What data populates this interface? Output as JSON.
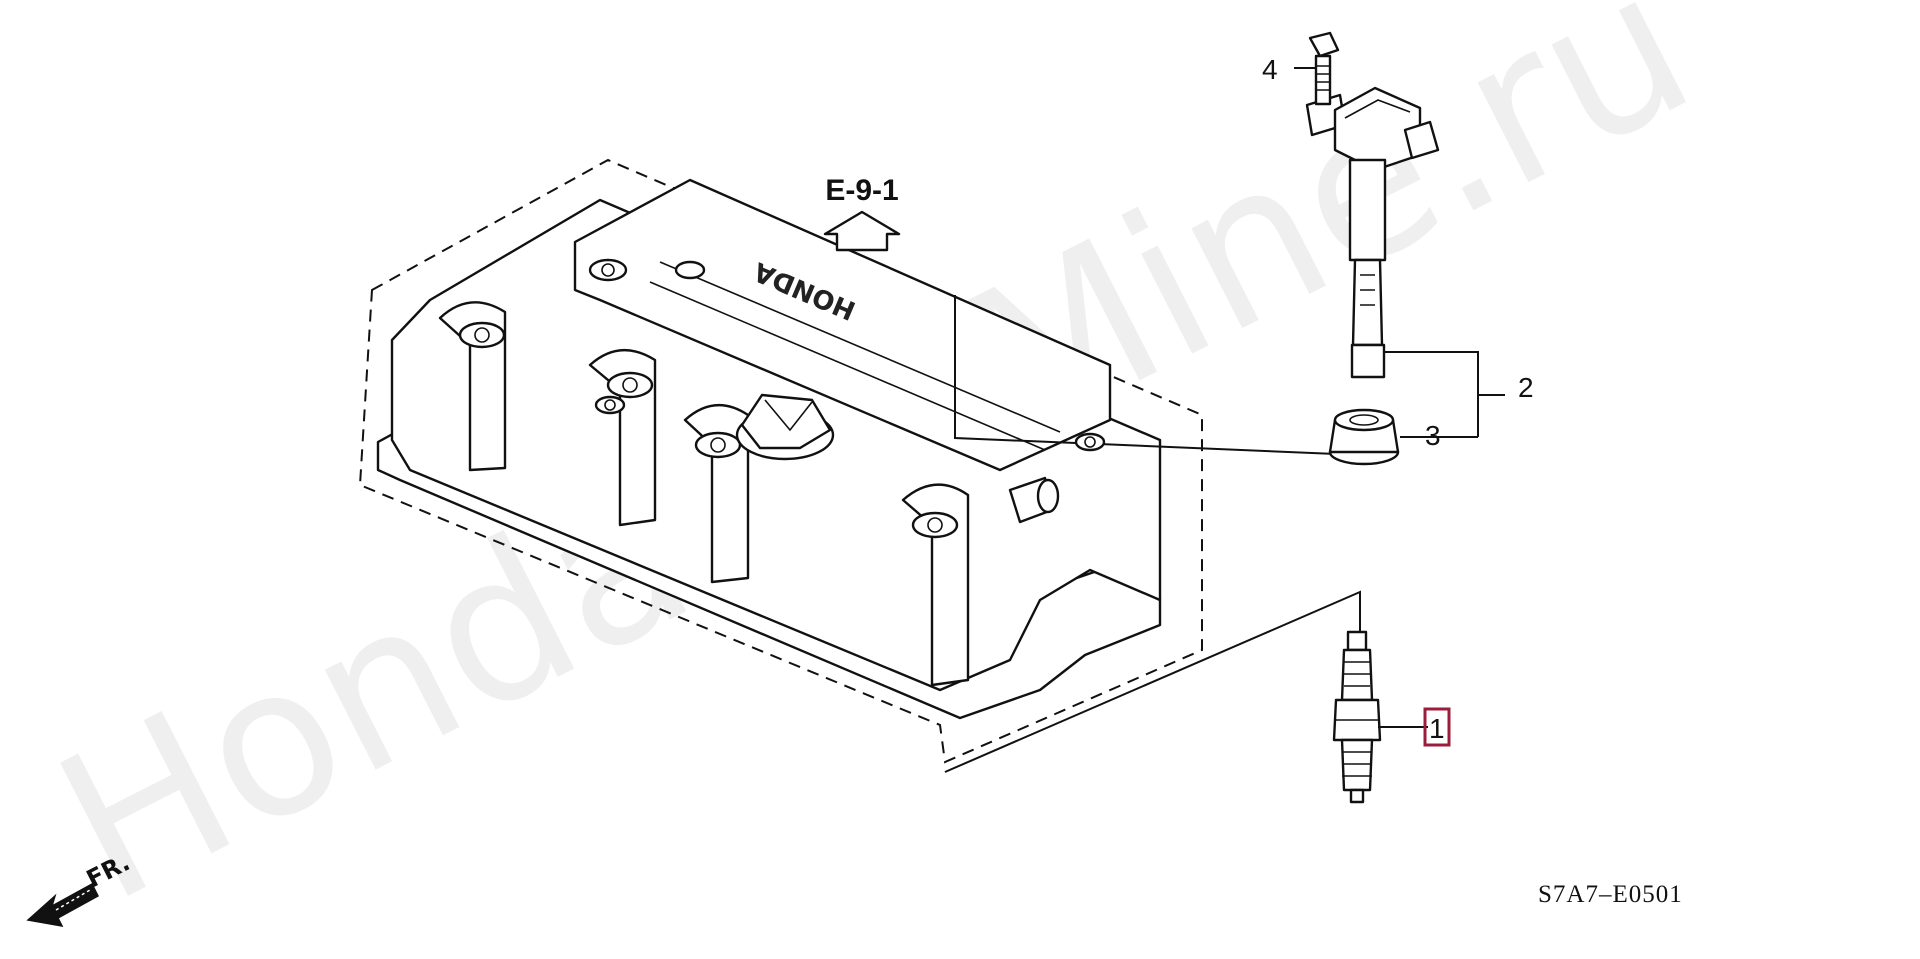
{
  "watermark": "HondaCarMine.ru",
  "reference_label": "E-9-1",
  "cover_emblem": "HONDA",
  "direction_label": "FR.",
  "drawing_code": "S7A7–E0501",
  "callouts": [
    {
      "number": "1",
      "part": "spark-plug",
      "highlighted": true
    },
    {
      "number": "2",
      "part": "ignition-coil",
      "highlighted": false
    },
    {
      "number": "3",
      "part": "coil-seal",
      "highlighted": false
    },
    {
      "number": "4",
      "part": "coil-bolt",
      "highlighted": false
    }
  ],
  "colors": {
    "line": "#111111",
    "highlight_box": "#9c1c3c",
    "background": "#ffffff"
  }
}
